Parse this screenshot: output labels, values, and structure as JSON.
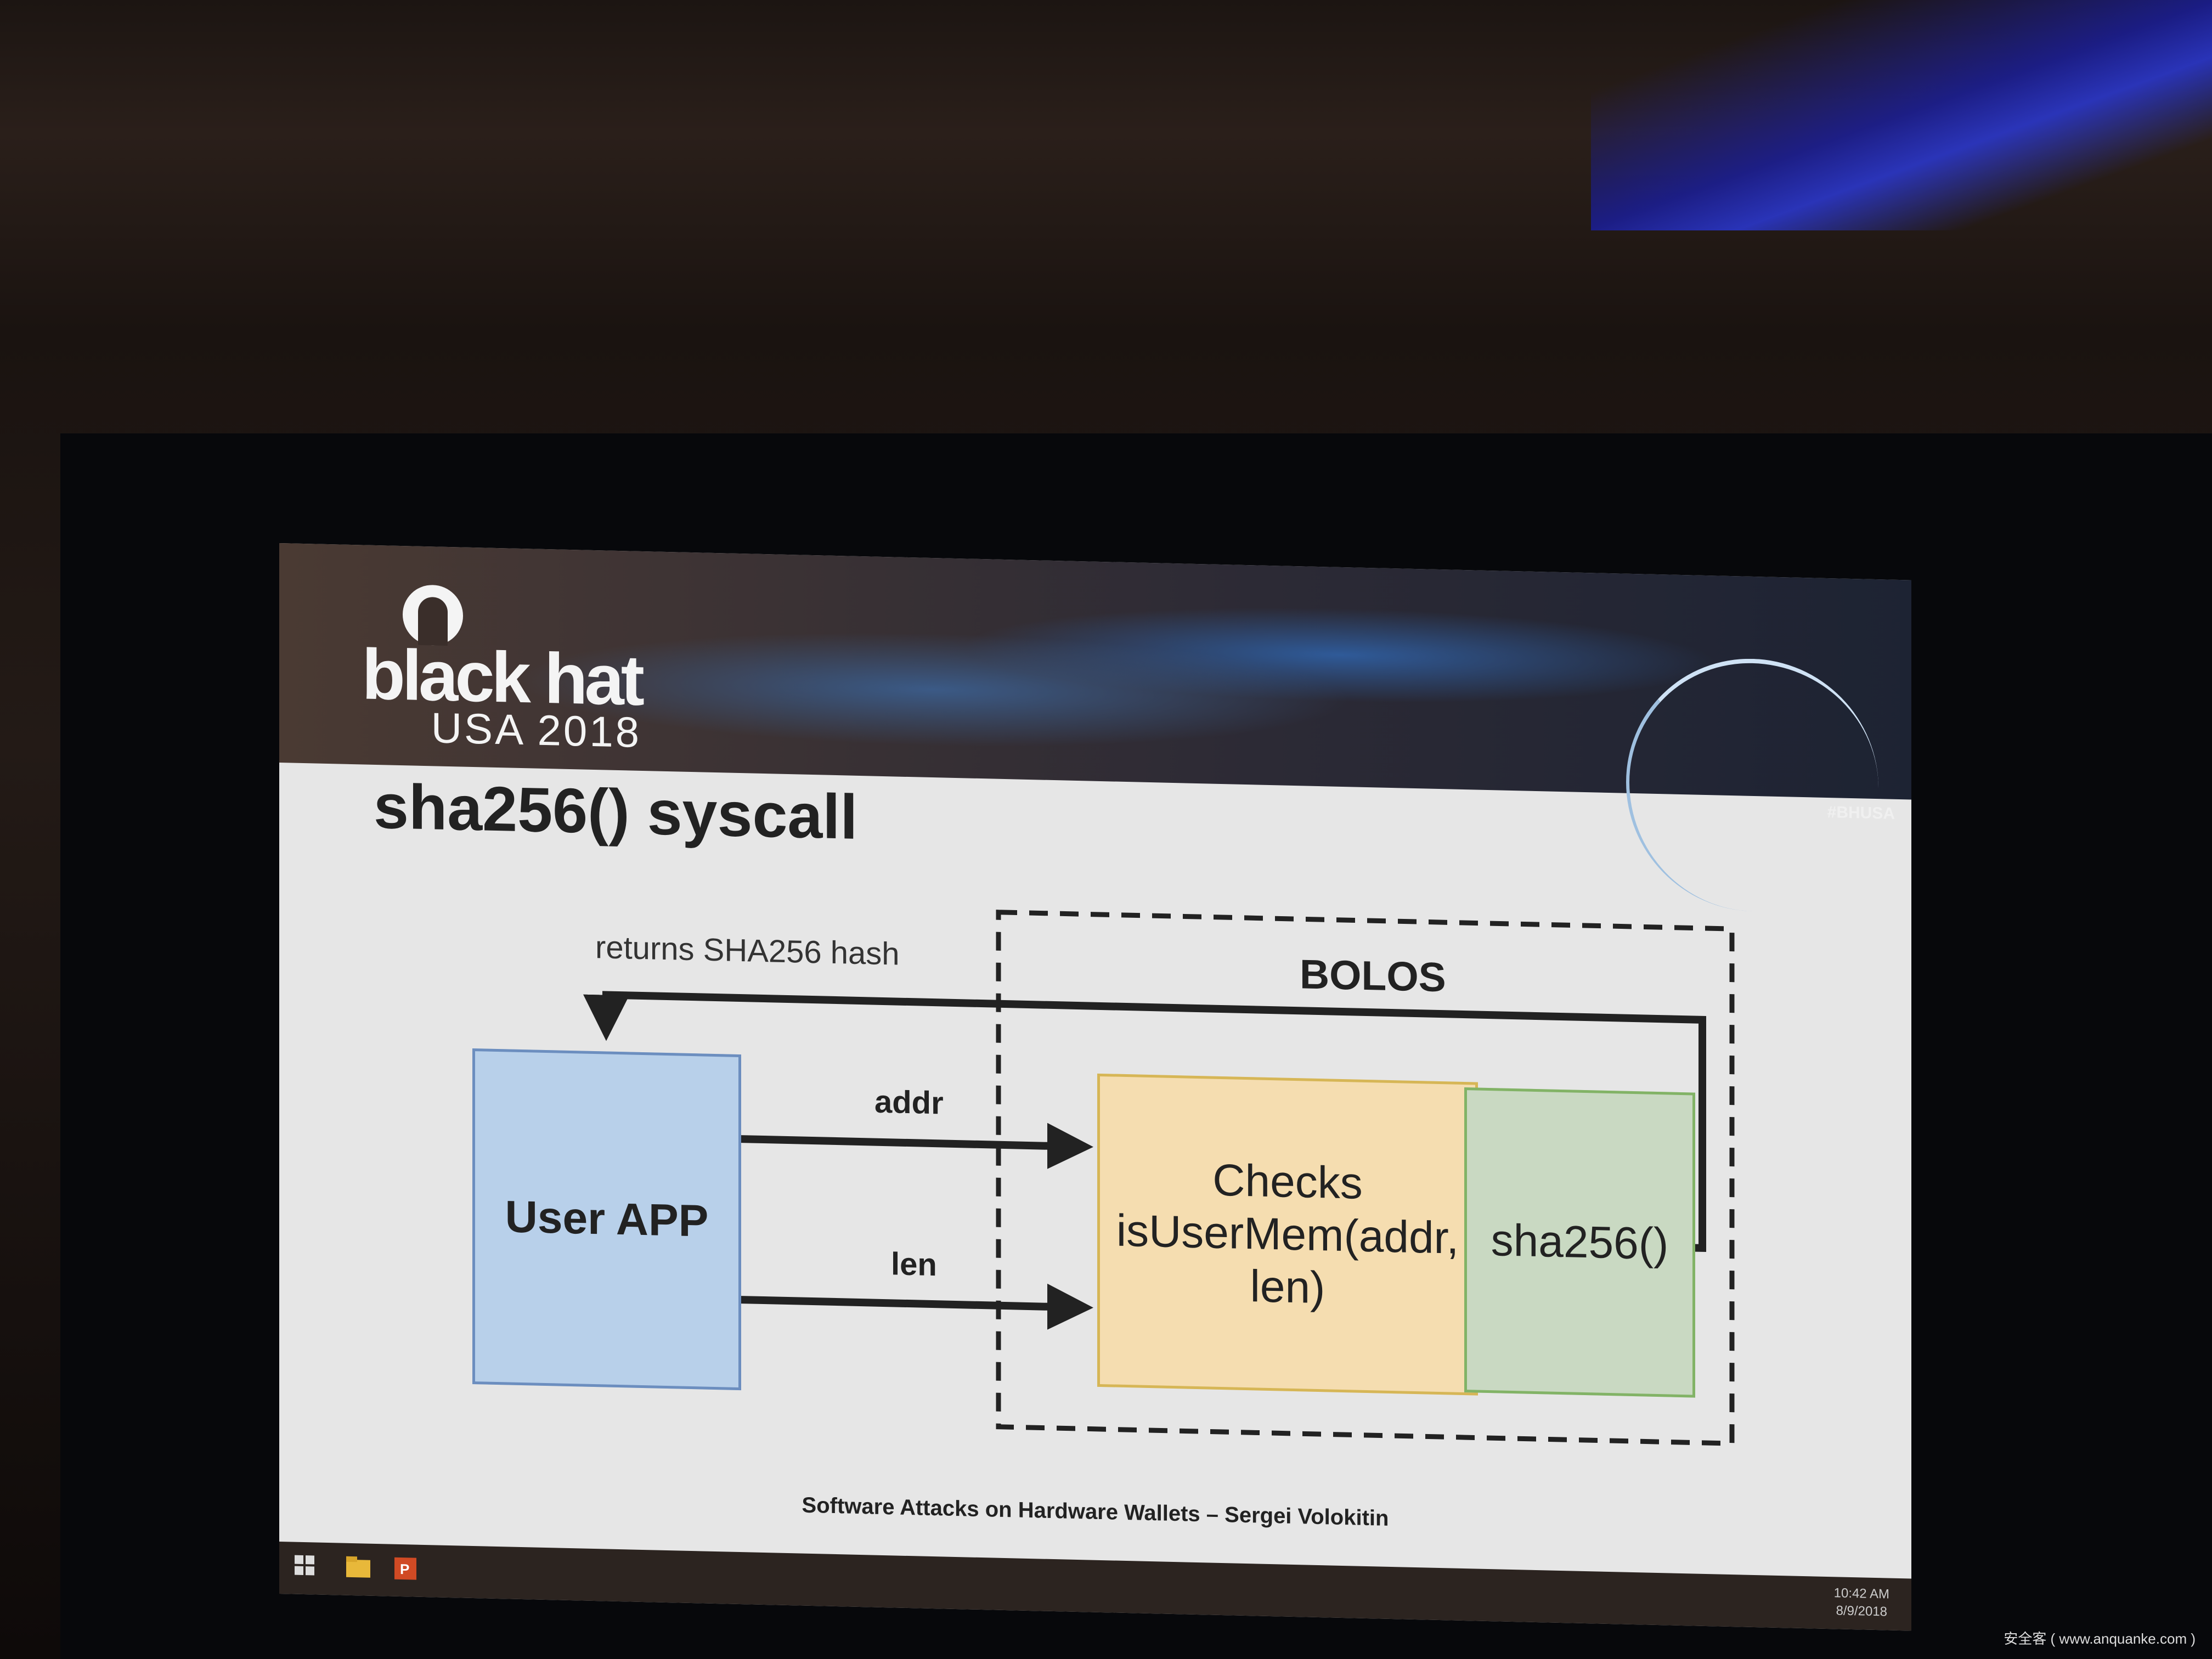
{
  "logo": {
    "name": "black hat",
    "subtitle": "USA 2018"
  },
  "hashtag": "#BHUSA",
  "slide": {
    "title": "sha256() syscall",
    "diagram": {
      "container_label": "BOLOS",
      "return_label": "returns SHA256 hash",
      "user_app": "User APP",
      "arrow_addr": "addr",
      "arrow_len": "len",
      "checks_line1": "Checks",
      "checks_line2": "isUserMem(addr,",
      "checks_line3": "len)",
      "sha_box": "sha256()"
    },
    "footer": "Software Attacks on Hardware Wallets – Sergei Volokitin"
  },
  "taskbar": {
    "time": "10:42 AM",
    "date": "8/9/2018"
  },
  "watermark": "安全客 ( www.anquanke.com )",
  "colors": {
    "user_app": "#b8d0ea",
    "checks": "#f5ddb0",
    "sha": "#c9d9c2"
  }
}
